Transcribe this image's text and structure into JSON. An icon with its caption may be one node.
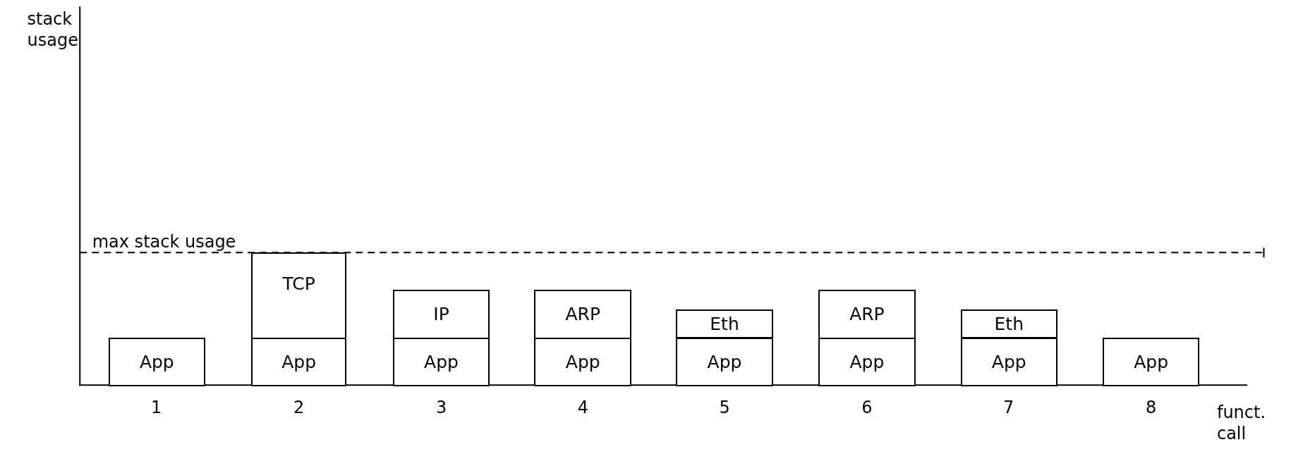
{
  "diagram": {
    "nodes": [
      {
        "text": [
          "App"
        ]
      },
      {
        "text": [
          "TCP"
        ]
      },
      {
        "text": [
          "App"
        ]
      },
      {
        "text": [
          "IP"
        ]
      },
      {
        "text": [
          "App"
        ]
      },
      {
        "text": [
          "ARP"
        ]
      },
      {
        "text": [
          "App"
        ]
      },
      {
        "text": [
          "Eth"
        ]
      },
      {
        "text": [
          "App"
        ]
      },
      {
        "text": [
          "ARP"
        ]
      },
      {
        "text": [
          "App"
        ]
      },
      {
        "text": [
          "Eth"
        ]
      },
      {
        "text": [
          "App"
        ]
      },
      {
        "text": [
          "App"
        ]
      }
    ],
    "edges": [],
    "labels": [
      "stack usage",
      "max stack usage",
      "1",
      "2",
      "3",
      "4",
      "5",
      "6",
      "7",
      "8",
      "funct. call"
    ]
  }
}
